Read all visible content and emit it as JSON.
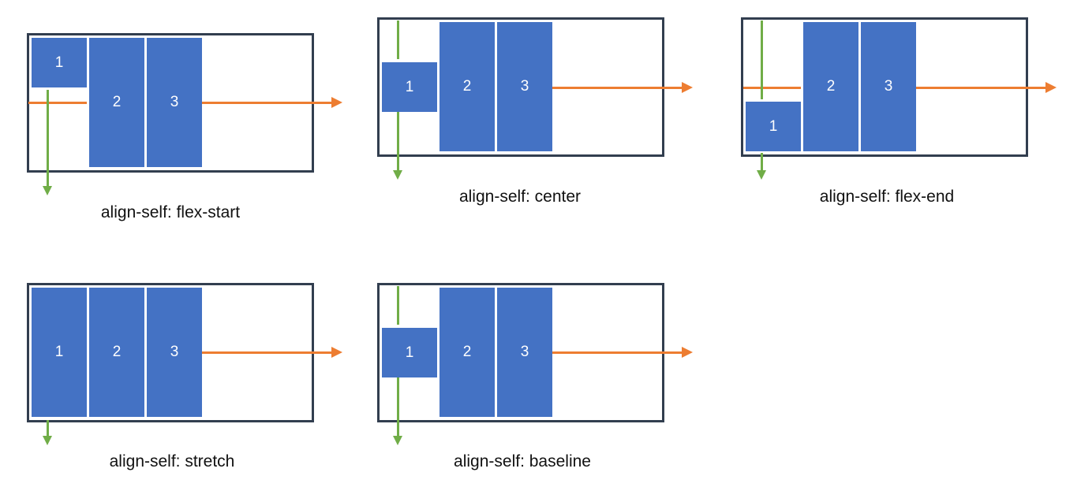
{
  "diagrams": [
    {
      "caption": "align-self: flex-start",
      "items": [
        "1",
        "2",
        "3"
      ]
    },
    {
      "caption": "align-self: center",
      "items": [
        "1",
        "2",
        "3"
      ]
    },
    {
      "caption": "align-self: flex-end",
      "items": [
        "1",
        "2",
        "3"
      ]
    },
    {
      "caption": "align-self: stretch",
      "items": [
        "1",
        "2",
        "3"
      ]
    },
    {
      "caption": "align-self: baseline",
      "items": [
        "1",
        "2",
        "3"
      ]
    }
  ],
  "colors": {
    "container_border": "#323e4f",
    "item_fill": "#4472c4",
    "main_axis_arrow": "#ed7d31",
    "cross_axis_arrow": "#70ad47"
  }
}
